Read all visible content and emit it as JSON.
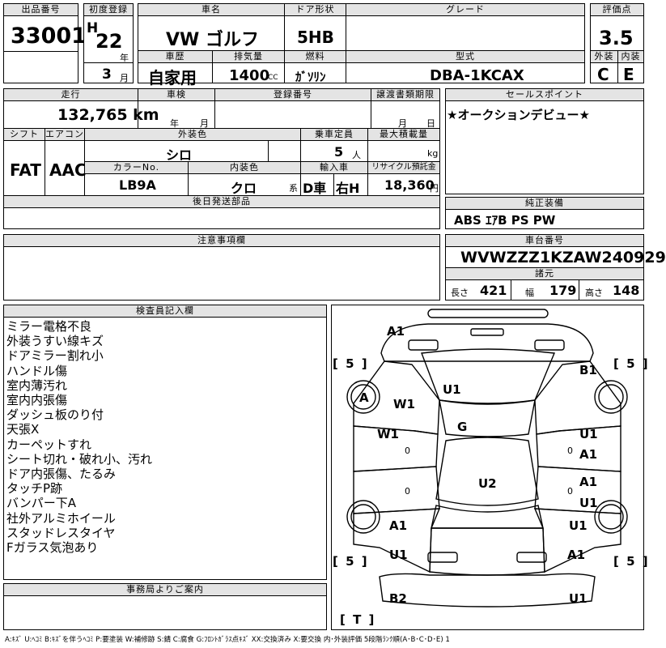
{
  "header": {
    "lot_label": "出品番号",
    "lot_value": "33001",
    "first_reg_label": "初度登録",
    "era": "H",
    "year": "22",
    "year_unit": "年",
    "month": "3",
    "month_unit": "月",
    "car_name_label": "車名",
    "car_name": "VW ゴルフ",
    "door_label": "ドア形状",
    "door": "5HB",
    "grade_label": "グレード",
    "grade": "",
    "score_label": "評価点",
    "score": "3.5",
    "history_label": "車歴",
    "history": "自家用",
    "displacement_label": "排気量",
    "displacement": "1400",
    "displacement_unit": "CC",
    "fuel_label": "燃料",
    "fuel": "ｶﾞｿﾘﾝ",
    "model_label": "型式",
    "model": "DBA-1KCAX",
    "exterior_label": "外装",
    "exterior": "C",
    "interior_label": "内装",
    "interior": "E"
  },
  "specs": {
    "mileage_label": "走行",
    "mileage": "132,765 km",
    "inspection_label": "車検",
    "inspection_year_unit": "年",
    "inspection_month_unit": "月",
    "reg_number_label": "登録番号",
    "reg_number": "",
    "transfer_label": "譲渡書類期限",
    "transfer_month_unit": "月",
    "transfer_day_unit": "日",
    "shift_label": "シフト",
    "shift": "FAT",
    "aircon_label": "エアコン",
    "aircon": "AAC",
    "ext_color_label": "外装色",
    "ext_color": "シロ",
    "capacity_label": "乗車定員",
    "capacity": "5",
    "capacity_unit": "人",
    "load_label": "最大積載量",
    "load_unit": "kg",
    "color_no_label": "カラーNo.",
    "color_no": "LB9A",
    "int_color_label": "内装色",
    "int_color": "クロ",
    "int_color_unit": "系",
    "import_label": "輸入車",
    "import_type": "D車",
    "steering": "右H",
    "recycle_label": "リサイクル預託金",
    "recycle": "18,360",
    "recycle_unit": "円",
    "later_parts_label": "後日発送部品",
    "later_parts": ""
  },
  "sales_point": {
    "label": "セールスポイント",
    "text": "★オークションデビュー★"
  },
  "equipment": {
    "label": "純正装備",
    "text": "ABS ｴｱB PS PW"
  },
  "notes": {
    "label": "注意事項欄",
    "text": ""
  },
  "vin": {
    "label": "車台番号",
    "value": "WVWZZZ1KZAW240929"
  },
  "dims": {
    "label": "諸元",
    "length_label": "長さ",
    "length": "421",
    "width_label": "幅",
    "width": "179",
    "height_label": "高さ",
    "height": "148"
  },
  "inspector": {
    "label": "検査員記入欄",
    "lines": [
      "ミラー電格不良",
      "外装うすい線キズ",
      "ドアミラー割れ小",
      "ハンドル傷",
      "室内薄汚れ",
      "室内内張傷",
      "ダッシュ板のり付",
      "天張X",
      "カーペットすれ",
      "シート切れ・破れ小、汚れ",
      "ドア内張傷、たるみ",
      "タッチP跡",
      "バンパー下A",
      "社外アルミホイール",
      "スタッドレスタイヤ",
      "Fガラス気泡あり"
    ]
  },
  "office": {
    "label": "事務局よりご案内",
    "text": ""
  },
  "diagram": {
    "marks": {
      "front_bumper": "A1",
      "tire_front_left": "A",
      "front_right_fender": "B1",
      "windshield_left": "W1",
      "bonnet": "U1",
      "roof_glass": "G",
      "left_front_door_window": "W1",
      "right_front_door_u": "U1",
      "right_front_door_a": "A1",
      "right_rear_door_a": "A1",
      "right_rear_door_u": "U1",
      "roof": "U2",
      "left_rear_a": "A1",
      "right_rear_fender": "U1",
      "left_rear_u": "U1",
      "right_rear_a": "A1",
      "rear_bumper_left": "B2",
      "rear_bumper_right": "U1"
    },
    "door_zero_left_front": "0",
    "door_zero_left_rear": "0",
    "door_zero_right_front": "0",
    "door_zero_right_rear": "0",
    "tread_fl": "[ 5 ]",
    "tread_fr": "[ 5 ]",
    "tread_rl": "[ 5 ]",
    "tread_rr": "[ 5 ]",
    "spare": "[ T ]"
  },
  "legend": "A:ｷｽﾞ U:ﾍｺﾐ B:ｷｽﾞを伴うﾍｺﾐ P:要塗装 W:補修跡 S:錆 C:腐食 G:ﾌﾛﾝﾄｶﾞﾗｽ点ｷｽﾞ XX:交換済み X:要交換 内･外装評価 5段階ﾗﾝｸ順(A･B･C･D･E) 1"
}
